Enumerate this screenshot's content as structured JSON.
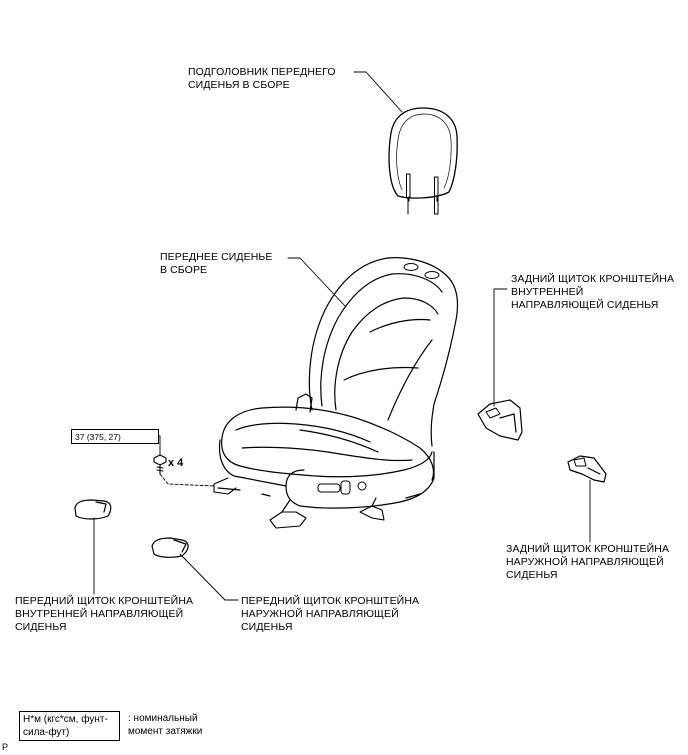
{
  "labels": {
    "headrest": "ПОДГОЛОВНИК ПЕРЕДНЕГО\nСИДЕНЬЯ В СБОРЕ",
    "front_seat": "ПЕРЕДНЕЕ СИДЕНЬЕ\nВ СБОРЕ",
    "rear_inner_cover": "ЗАДНИЙ ЩИТОК КРОНШТЕЙНА\nВНУТРЕННЕЙ\nНАПРАВЛЯЮЩЕЙ СИДЕНЬЯ",
    "rear_outer_cover": "ЗАДНИЙ ЩИТОК КРОНШТЕЙНА\nНАРУЖНОЙ НАПРАВЛЯЮЩЕЙ\nСИДЕНЬЯ",
    "front_inner_cover": "ПЕРЕДНИЙ ЩИТОК КРОНШТЕЙНА\nВНУТРЕННЕЙ НАПРАВЛЯЮЩЕЙ\nСИДЕНЬЯ",
    "front_outer_cover": "ПЕРЕДНИЙ ЩИТОК КРОНШТЕЙНА\nНАРУЖНОЙ НАПРАВЛЯЮЩЕЙ\nСИДЕНЬЯ"
  },
  "torque": {
    "value": "37 (375, 27)",
    "quantity": "x 4"
  },
  "legend": {
    "unit": "Н*м (кгс*см, фунт-\nсила-фут)",
    "description": ": номинальный\nмомент затяжки"
  },
  "corner_mark": "P"
}
